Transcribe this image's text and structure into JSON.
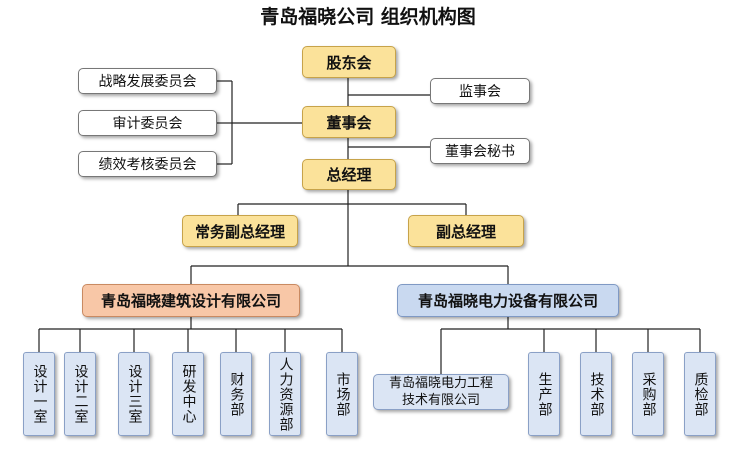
{
  "title": "青岛福晓公司 组织机构图",
  "top": {
    "shareholders": "股东会",
    "supervisors": "监事会",
    "board": "董事会",
    "secretary": "董事会秘书",
    "gm": "总经理",
    "exec_vp": "常务副总经理",
    "vp": "副总经理"
  },
  "committees": [
    "战略发展委员会",
    "审计委员会",
    "绩效考核委员会"
  ],
  "subsidiaries": {
    "construction": {
      "name": "青岛福晓建筑设计有限公司",
      "departments": [
        "设计一室",
        "设计二室",
        "设计三室",
        "研发中心",
        "财务部",
        "人力资源部",
        "市场部"
      ]
    },
    "power": {
      "name": "青岛福晓电力设备有限公司",
      "subcompany": "青岛福晓电力工程\n技术有限公司",
      "departments": [
        "生产部",
        "技术部",
        "采购部",
        "质检部"
      ]
    }
  }
}
